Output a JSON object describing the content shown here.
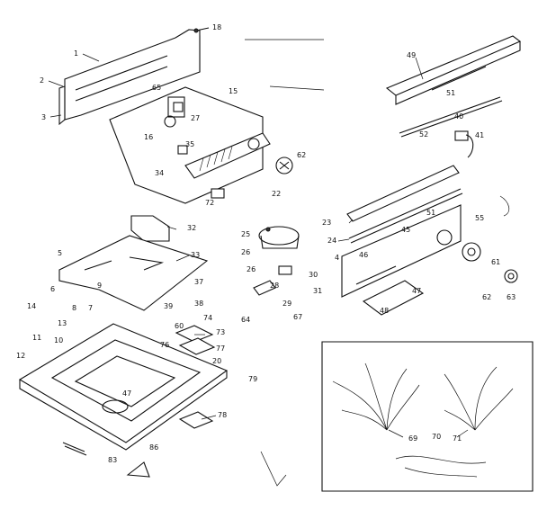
{
  "colors": {
    "ink": "#111111",
    "paper": "#ffffff"
  },
  "callouts": {
    "c1": "1",
    "c2": "2",
    "c3": "3",
    "c4": "4",
    "c5": "5",
    "c6": "6",
    "c7": "7",
    "c8": "8",
    "c9": "9",
    "c10": "10",
    "c11": "11",
    "c12": "12",
    "c13": "13",
    "c14": "14",
    "c15": "15",
    "c16": "16",
    "c18": "18",
    "c20": "20",
    "c22": "22",
    "c23": "23",
    "c24": "24",
    "c25": "25",
    "c26a": "26",
    "c26b": "26",
    "c27": "27",
    "c28": "28",
    "c29": "29",
    "c30": "30",
    "c31": "31",
    "c32": "32",
    "c33": "33",
    "c34": "34",
    "c35": "35",
    "c37": "37",
    "c38": "38",
    "c39": "39",
    "c40": "40",
    "c41": "41",
    "c45": "45",
    "c46": "46",
    "c47": "47",
    "c47b": "47",
    "c48": "48",
    "c49": "49",
    "c51": "51",
    "c51b": "51",
    "c52": "52",
    "c55": "55",
    "c60": "60",
    "c61": "61",
    "c62": "62",
    "c62b": "62",
    "c63": "63",
    "c64": "64",
    "c65": "65",
    "c67": "67",
    "c69": "69",
    "c70": "70",
    "c71": "71",
    "c72": "72",
    "c73": "73",
    "c74": "74",
    "c76": "76",
    "c77": "77",
    "c78": "78",
    "c79": "79",
    "c83": "83",
    "c86": "86"
  }
}
